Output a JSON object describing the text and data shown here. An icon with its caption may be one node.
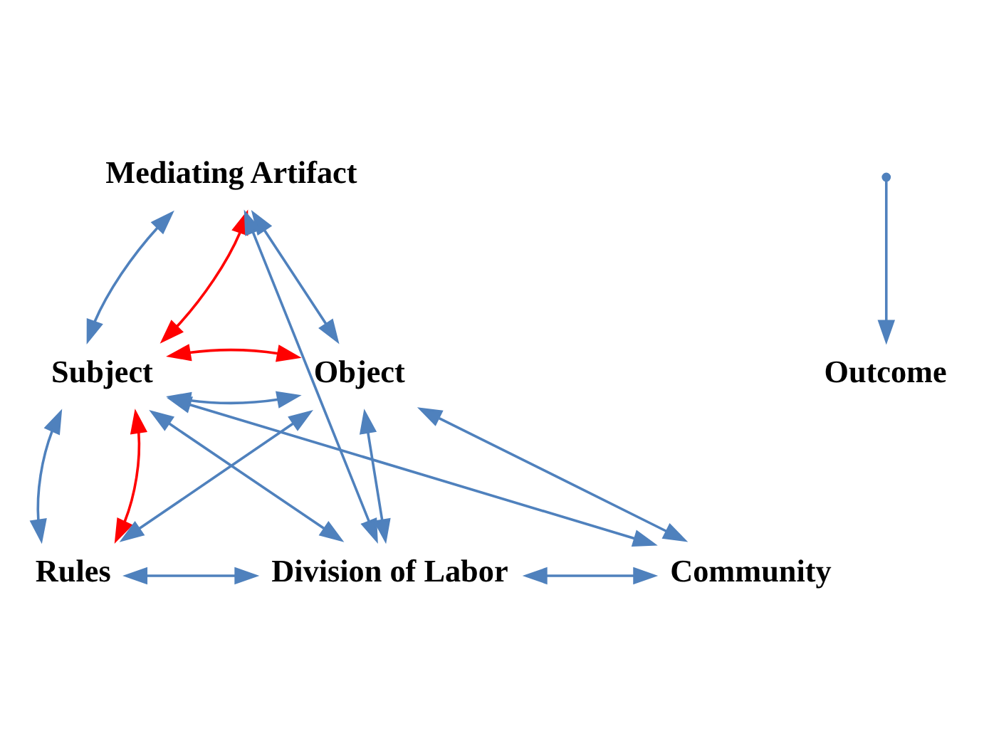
{
  "diagram": {
    "nodes": [
      {
        "text": [
          "Mediating Artifact"
        ]
      },
      {
        "text": [
          "Subject"
        ]
      },
      {
        "text": [
          "Object"
        ]
      },
      {
        "text": [
          "Outcome"
        ]
      },
      {
        "text": [
          "Rules"
        ]
      },
      {
        "text": [
          "Division of Labor"
        ]
      },
      {
        "text": [
          "Community"
        ]
      }
    ],
    "edges": [
      {
        "from": 0,
        "to": 1,
        "arrow": "both"
      },
      {
        "from": 0,
        "to": 2,
        "arrow": "both"
      },
      {
        "from": 1,
        "to": 2,
        "arrow": "both"
      },
      {
        "from": 1,
        "to": 4,
        "arrow": "both"
      },
      {
        "from": 2,
        "to": 6,
        "arrow": "both"
      },
      {
        "from": 4,
        "to": 5,
        "arrow": "both"
      },
      {
        "from": 5,
        "to": 6,
        "arrow": "both"
      },
      {
        "from": 0,
        "to": 5,
        "arrow": "both"
      },
      {
        "from": 1,
        "to": 6,
        "arrow": "both"
      },
      {
        "from": 2,
        "to": 4,
        "arrow": "both"
      },
      {
        "from": 1,
        "to": 5,
        "arrow": "both"
      },
      {
        "from": 2,
        "to": 5,
        "arrow": "both"
      },
      {
        "from": null,
        "to": 3,
        "arrow": "to"
      },
      {
        "from": 0,
        "to": 1,
        "arrow": "both",
        "color": "#ff0000"
      },
      {
        "from": 1,
        "to": 2,
        "arrow": "both",
        "color": "#ff0000"
      },
      {
        "from": 1,
        "to": 4,
        "arrow": "both",
        "color": "#ff0000"
      }
    ]
  }
}
